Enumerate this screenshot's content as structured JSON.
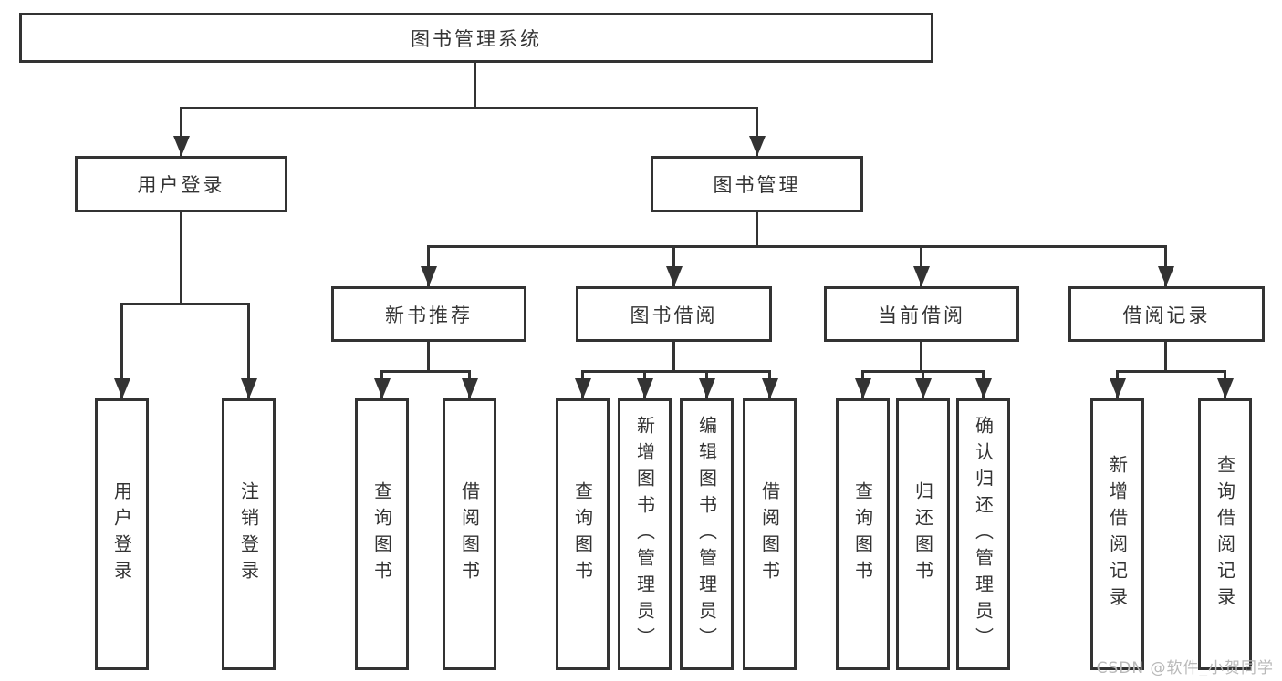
{
  "diagram": {
    "tree": {
      "label": "图书管理系统",
      "children": [
        {
          "label": "用户登录",
          "children": [
            {
              "label": "用户登录"
            },
            {
              "label": "注销登录"
            }
          ]
        },
        {
          "label": "图书管理",
          "children": [
            {
              "label": "新书推荐",
              "children": [
                {
                  "label": "查询图书"
                },
                {
                  "label": "借阅图书"
                }
              ]
            },
            {
              "label": "图书借阅",
              "children": [
                {
                  "label": "查询图书"
                },
                {
                  "label": "新增图书（管理员）"
                },
                {
                  "label": "编辑图书（管理员）"
                },
                {
                  "label": "借阅图书"
                }
              ]
            },
            {
              "label": "当前借阅",
              "children": [
                {
                  "label": "查询图书"
                },
                {
                  "label": "归还图书"
                },
                {
                  "label": "确认归还（管理员）"
                }
              ]
            },
            {
              "label": "借阅记录",
              "children": [
                {
                  "label": "新增借阅记录"
                },
                {
                  "label": "查询借阅记录"
                }
              ]
            }
          ]
        }
      ]
    },
    "colors": {
      "border": "#333333",
      "line": "#333333",
      "text": "#333333",
      "watermark": "#b9b9b9",
      "background": "#ffffff"
    }
  },
  "watermark": {
    "text": "CSDN @软件_小贺同学"
  }
}
